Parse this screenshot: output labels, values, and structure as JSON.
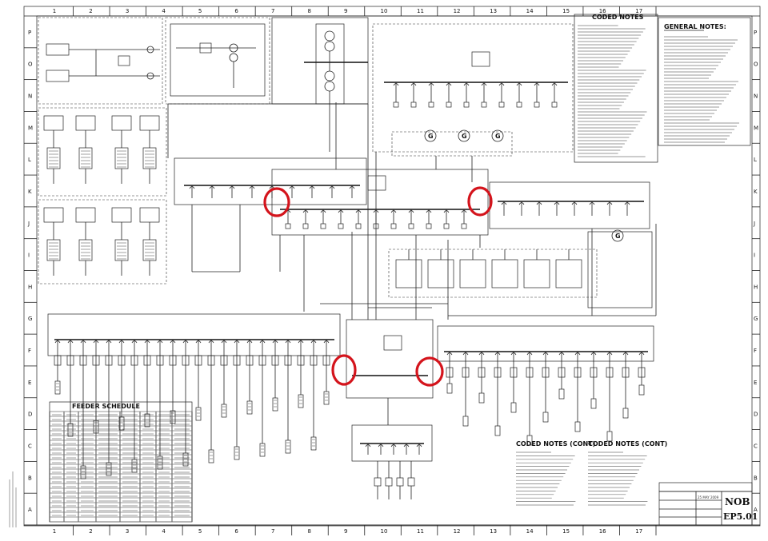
{
  "grid": {
    "columns": [
      "1",
      "2",
      "3",
      "4",
      "5",
      "6",
      "7",
      "8",
      "9",
      "10",
      "11",
      "12",
      "13",
      "14",
      "15",
      "16",
      "17"
    ],
    "rows": [
      "P",
      "O",
      "N",
      "M",
      "L",
      "K",
      "J",
      "I",
      "H",
      "G",
      "F",
      "E",
      "D",
      "C",
      "B",
      "A"
    ]
  },
  "notes": {
    "coded_notes_title": "CODED NOTES",
    "general_notes_title": "GENERAL NOTES:",
    "coded_notes_cont_1": "CODED NOTES (CONT)",
    "coded_notes_cont_2": "CODED NOTES (CONT)"
  },
  "feeder_schedule": {
    "title": "FEEDER SCHEDULE"
  },
  "title_block": {
    "project": "NOB",
    "sheet_number": "EP5.01",
    "date": "25 MAY 2009"
  },
  "highlight_color": "#d4141c"
}
